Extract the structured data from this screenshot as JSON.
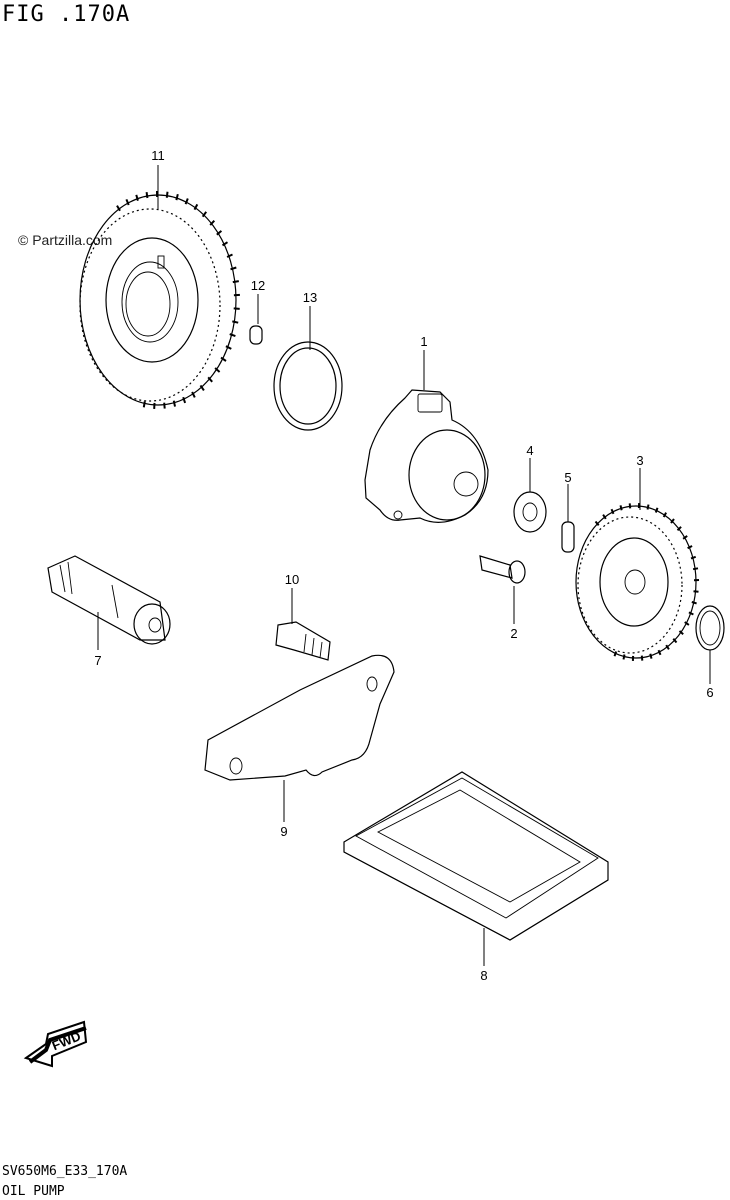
{
  "header": {
    "figure_title": "FIG .170A"
  },
  "watermark": {
    "text": "© Partzilla.com"
  },
  "footer": {
    "code": "SV650M6_E33_170A",
    "name": "OIL PUMP"
  },
  "fwd_label": "FWD",
  "callouts": {
    "c1": "1",
    "c2": "2",
    "c3": "3",
    "c4": "4",
    "c5": "5",
    "c6": "6",
    "c7": "7",
    "c8": "8",
    "c9": "9",
    "c10": "10",
    "c11": "11",
    "c12": "12",
    "c13": "13"
  }
}
